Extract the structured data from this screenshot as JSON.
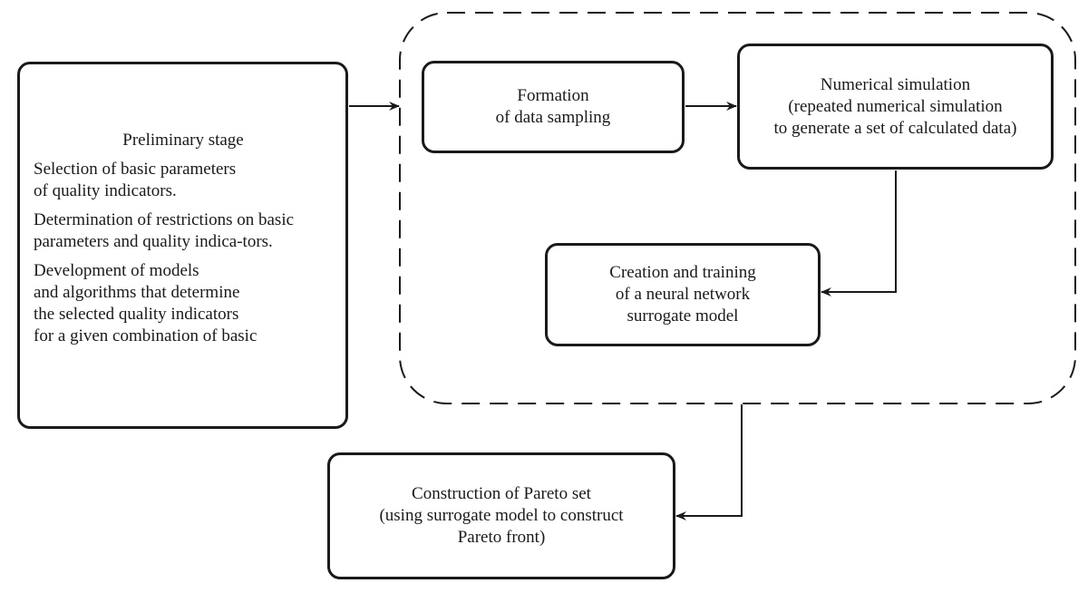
{
  "diagram": {
    "preliminary": {
      "title": "Preliminary stage",
      "para1": [
        "Selection of basic parameters",
        "of quality indicators."
      ],
      "para2": [
        "Determination of restrictions on basic",
        "parameters and quality indica-tors."
      ],
      "para3": [
        "Development of models",
        "and algorithms that determine",
        "the selected quality indicators",
        "for a given combination of basic"
      ]
    },
    "formation": {
      "lines": [
        "Formation",
        "of data sampling"
      ]
    },
    "numerical": {
      "lines": [
        "Numerical simulation",
        "(repeated numerical simulation",
        "to generate a set of calculated data)"
      ]
    },
    "creation": {
      "lines": [
        "Creation and training",
        "of a neural network",
        "surrogate model"
      ]
    },
    "pareto": {
      "lines": [
        "Construction of Pareto set",
        "(using surrogate model to construct",
        "Pareto front)"
      ]
    },
    "style": {
      "stroke_color": "#1a1a1a",
      "background": "#ffffff"
    }
  }
}
